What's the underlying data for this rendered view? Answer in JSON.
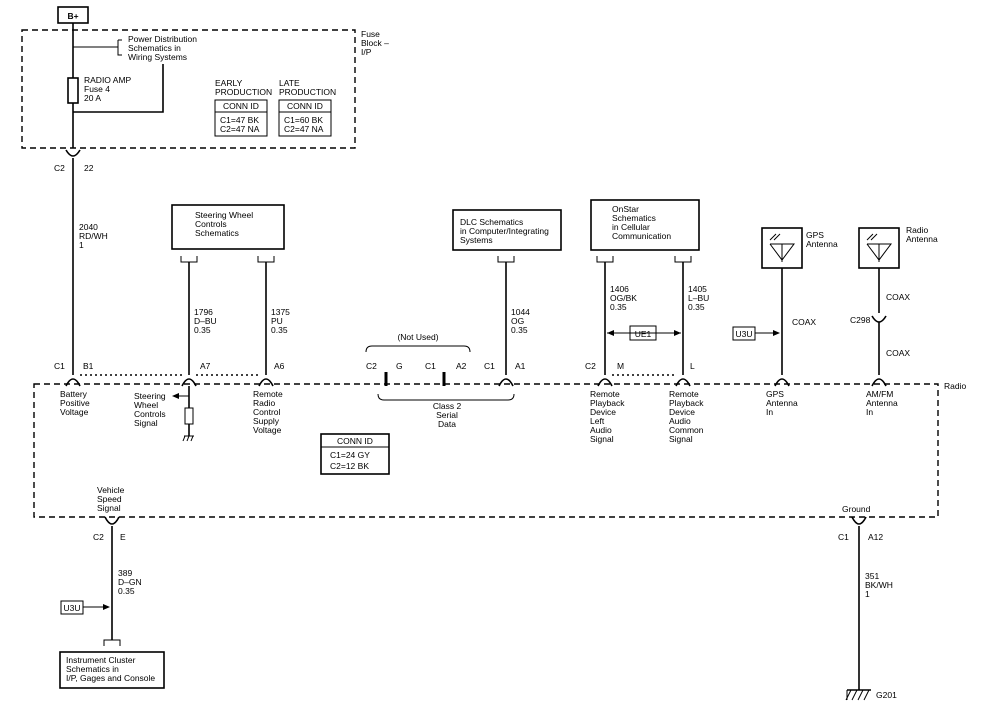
{
  "battery": "B+",
  "fuse_block": {
    "line1": "Fuse",
    "line2": "Block –",
    "line3": "I/P"
  },
  "power_dist": [
    "Power Distribution",
    "Schematics in",
    "Wiring Systems"
  ],
  "fuse": [
    "RADIO AMP",
    "Fuse 4",
    "20 A"
  ],
  "early": {
    "heading": [
      "EARLY",
      "PRODUCTION"
    ],
    "title": "CONN ID",
    "rows": [
      "C1=47 BK",
      "C2=47 NA"
    ]
  },
  "late": {
    "heading": [
      "LATE",
      "PRODUCTION"
    ],
    "title": "CONN ID",
    "rows": [
      "C1=60 BK",
      "C2=47 NA"
    ]
  },
  "fuse_conn": {
    "c": "C2",
    "pin": "22"
  },
  "wire_battery": [
    "2040",
    "RD/WH",
    "1"
  ],
  "swc_box": [
    "Steering Wheel",
    "Controls",
    "Schematics"
  ],
  "wire_a7": [
    "1796",
    "D–BU",
    "0.35"
  ],
  "wire_a6": [
    "1375",
    "PU",
    "0.35"
  ],
  "dlc_box": [
    "DLC Schematics",
    "in Computer/Integrating",
    "Systems"
  ],
  "wire_a1": [
    "1044",
    "OG",
    "0.35"
  ],
  "onstar_box": [
    "OnStar",
    "Schematics",
    "in Cellular",
    "Communication"
  ],
  "wire_m": [
    "1406",
    "OG/BK",
    "0.35"
  ],
  "wire_l": [
    "1405",
    "L–BU",
    "0.35"
  ],
  "ue1": "UE1",
  "u3u_top": "U3U",
  "u3u_bottom": "U3U",
  "coax": "COAX",
  "gps_ant": [
    "GPS",
    "Antenna"
  ],
  "radio_ant": [
    "Radio",
    "Antenna"
  ],
  "c298": "C298",
  "not_used": "(Not Used)",
  "pins": {
    "c1": "C1",
    "b1": "B1",
    "a7": "A7",
    "a6": "A6",
    "c2_g": "C2",
    "g": "G",
    "c1_a2": "C1",
    "a2": "A2",
    "c1_a1": "C1",
    "a1": "A1",
    "c2_m": "C2",
    "m": "M",
    "l": "L"
  },
  "radio": "Radio",
  "labels": {
    "battery_pos": [
      "Battery",
      "Positive",
      "Voltage"
    ],
    "swc_signal": [
      "Steering",
      "Wheel",
      "Controls",
      "Signal"
    ],
    "remote_radio": [
      "Remote",
      "Radio",
      "Control",
      "Supply",
      "Voltage"
    ],
    "class2": [
      "Class 2",
      "Serial",
      "Data"
    ],
    "rpd_left": [
      "Remote",
      "Playback",
      "Device",
      "Left",
      "Audio",
      "Signal"
    ],
    "rpd_common": [
      "Remote",
      "Playback",
      "Device",
      "Audio",
      "Common",
      "Signal"
    ],
    "gps_in": [
      "GPS",
      "Antenna",
      "In"
    ],
    "amfm_in": [
      "AM/FM",
      "Antenna",
      "In"
    ]
  },
  "radio_conn": {
    "title": "CONN ID",
    "rows": [
      "C1=24 GY",
      "C2=12 BK"
    ]
  },
  "vss": [
    "Vehicle",
    "Speed",
    "Signal"
  ],
  "vss_conn": {
    "c": "C2",
    "pin": "E"
  },
  "wire_vss": [
    "389",
    "D–GN",
    "0.35"
  ],
  "ic_box": [
    "Instrument Cluster",
    "Schematics in",
    "I/P, Gages and Console"
  ],
  "ground": "Ground",
  "gnd_conn": {
    "c": "C1",
    "pin": "A12"
  },
  "wire_gnd": [
    "351",
    "BK/WH",
    "1"
  ],
  "g201": "G201"
}
